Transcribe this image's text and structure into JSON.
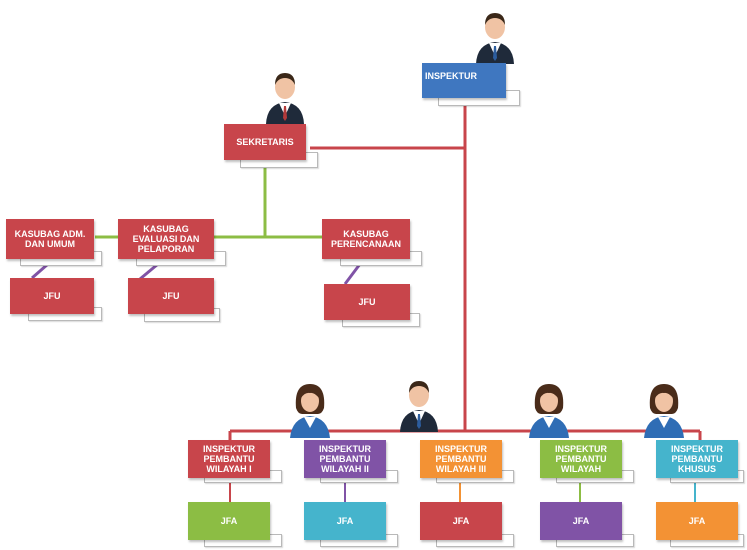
{
  "colors": {
    "red": "#c8454b",
    "blue": "#3f77c0",
    "purple": "#8053a6",
    "orange": "#f39234",
    "green": "#8cbd44",
    "teal": "#45b4cc",
    "line_red": "#c8454b",
    "line_green": "#8cbd44",
    "line_purple": "#8053a6"
  },
  "inspektur": {
    "label": "INSPEKTUR"
  },
  "sekretaris": {
    "label": "SEKRETARIS"
  },
  "kasubag": [
    {
      "label": "KASUBAG ADM. DAN UMUM"
    },
    {
      "label": "KASUBAG EVALUASI DAN PELAPORAN"
    },
    {
      "label": "KASUBAG PERENCANAAN"
    }
  ],
  "jfu": [
    {
      "label": "JFU"
    },
    {
      "label": "JFU"
    },
    {
      "label": "JFU"
    }
  ],
  "irban": [
    {
      "label": "INSPEKTUR PEMBANTU WILAYAH I"
    },
    {
      "label": "INSPEKTUR PEMBANTU WILAYAH II"
    },
    {
      "label": "INSPEKTUR PEMBANTU WILAYAH III"
    },
    {
      "label": "INSPEKTUR PEMBANTU WILAYAH"
    },
    {
      "label": "INSPEKTUR PEMBANTU KHUSUS"
    }
  ],
  "jfa": [
    {
      "label": "JFA"
    },
    {
      "label": "JFA"
    },
    {
      "label": "JFA"
    },
    {
      "label": "JFA"
    },
    {
      "label": "JFA"
    }
  ],
  "figures": [
    {
      "icon": "male-official-icon"
    },
    {
      "icon": "male-official-icon"
    },
    {
      "icon": "female-official-icon"
    },
    {
      "icon": "female-official-icon"
    },
    {
      "icon": "male-official-icon"
    },
    {
      "icon": "female-official-icon"
    },
    {
      "icon": "female-official-icon"
    }
  ]
}
